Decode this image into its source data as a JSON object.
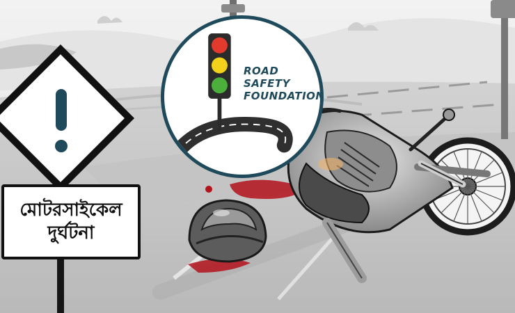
{
  "sign": {
    "line1": "মোটরসাইকেল",
    "line2": "দুর্ঘটনা",
    "warning_symbol": "!"
  },
  "logo": {
    "line1": "ROAD",
    "line2": "SAFETY",
    "line3": "FOUNDATION",
    "ring_color": "#1f4a5c",
    "lights": {
      "red": "#e23b2e",
      "yellow": "#f2d21b",
      "green": "#4caf3c"
    }
  },
  "colors": {
    "blood": "#b3121b",
    "ink": "#111111"
  },
  "icons": [
    "warning-sign-icon",
    "traffic-light-icon",
    "road-curve-icon",
    "helmet-icon",
    "motorcycle-icon"
  ]
}
